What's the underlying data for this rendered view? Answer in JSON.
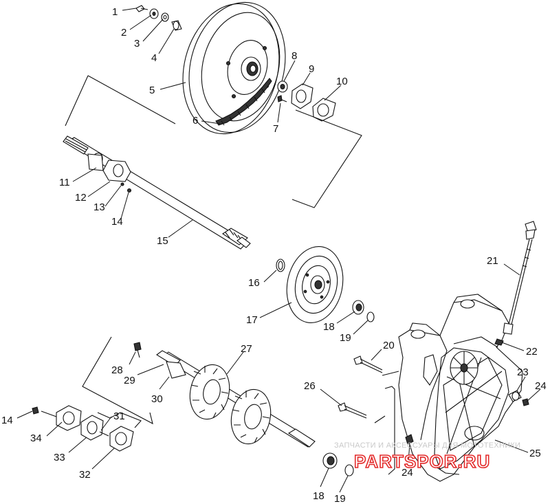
{
  "watermark": {
    "line1": "ЗАПЧАСТИ И АКСЕССУАРЫ ДЛЯ МОТОТЕХНИКИ",
    "logo": "PARTSPOR.RU"
  },
  "colors": {
    "line": "#111111",
    "watermark_text": "#c9c9c9",
    "watermark_logo": "#e32a2a"
  },
  "callouts": [
    {
      "id": "c1",
      "text": "1"
    },
    {
      "id": "c2",
      "text": "2"
    },
    {
      "id": "c3",
      "text": "3"
    },
    {
      "id": "c4",
      "text": "4"
    },
    {
      "id": "c5",
      "text": "5"
    },
    {
      "id": "c6",
      "text": "6"
    },
    {
      "id": "c7",
      "text": "7"
    },
    {
      "id": "c8",
      "text": "8"
    },
    {
      "id": "c9",
      "text": "9"
    },
    {
      "id": "c10",
      "text": "10"
    },
    {
      "id": "c11",
      "text": "11"
    },
    {
      "id": "c12",
      "text": "12"
    },
    {
      "id": "c13",
      "text": "13"
    },
    {
      "id": "c14a",
      "text": "14"
    },
    {
      "id": "c15",
      "text": "15"
    },
    {
      "id": "c16",
      "text": "16"
    },
    {
      "id": "c17",
      "text": "17"
    },
    {
      "id": "c18a",
      "text": "18"
    },
    {
      "id": "c19a",
      "text": "19"
    },
    {
      "id": "c20",
      "text": "20"
    },
    {
      "id": "c21",
      "text": "21"
    },
    {
      "id": "c22",
      "text": "22"
    },
    {
      "id": "c23",
      "text": "23"
    },
    {
      "id": "c24a",
      "text": "24"
    },
    {
      "id": "c24b",
      "text": "24"
    },
    {
      "id": "c25",
      "text": "25"
    },
    {
      "id": "c26",
      "text": "26"
    },
    {
      "id": "c27",
      "text": "27"
    },
    {
      "id": "c28",
      "text": "28"
    },
    {
      "id": "c29",
      "text": "29"
    },
    {
      "id": "c30",
      "text": "30"
    },
    {
      "id": "c14b",
      "text": "14"
    },
    {
      "id": "c31",
      "text": "31"
    },
    {
      "id": "c34",
      "text": "34"
    },
    {
      "id": "c33",
      "text": "33"
    },
    {
      "id": "c32",
      "text": "32"
    },
    {
      "id": "c18b",
      "text": "18"
    },
    {
      "id": "c19b",
      "text": "19"
    }
  ]
}
